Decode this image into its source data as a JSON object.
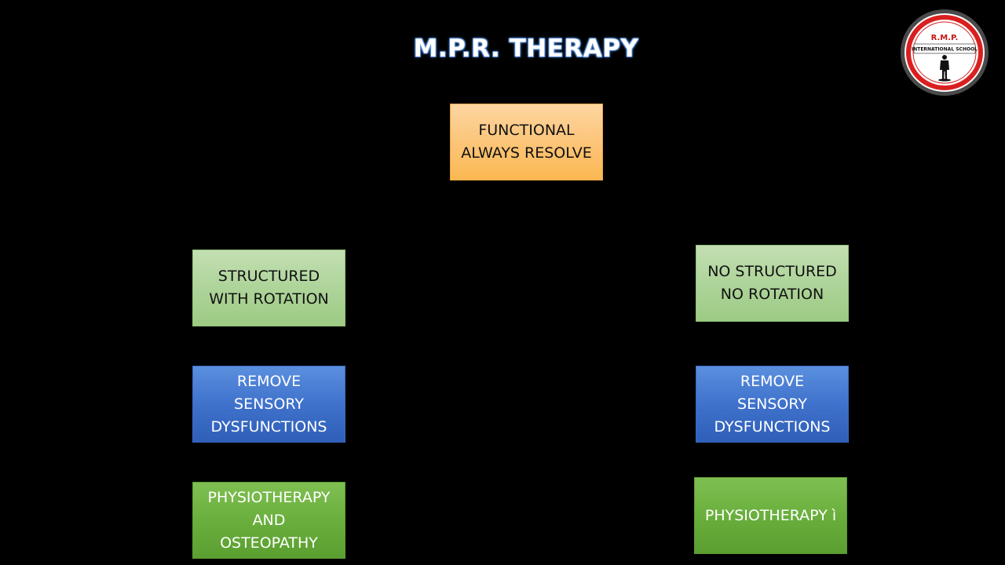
{
  "title": "M.P.R. THERAPY",
  "logo": {
    "name": "R.M.P.",
    "subtitle": "INTERNATIONAL SCHOOL",
    "ring_color": "#e02020"
  },
  "boxes": {
    "top": "FUNCTIONAL\nALWAYS RESOLVE",
    "left_1": "STRUCTURED\nWITH ROTATION",
    "right_1": "NO STRUCTURED\nNO ROTATION",
    "left_2": "REMOVE\nSENSORY\nDYSFUNCTIONS",
    "right_2": "REMOVE\nSENSORY\nDYSFUNCTIONS",
    "left_3": "PHYSIOTHERAPY\nAND\nOSTEOPATHY",
    "right_3": "PHYSIOTHERAPY ì"
  },
  "colors": {
    "background": "#000000",
    "orange": "#fcc57a",
    "light_green": "#aed49a",
    "blue": "#3f72cc",
    "green": "#6aaf3d"
  }
}
